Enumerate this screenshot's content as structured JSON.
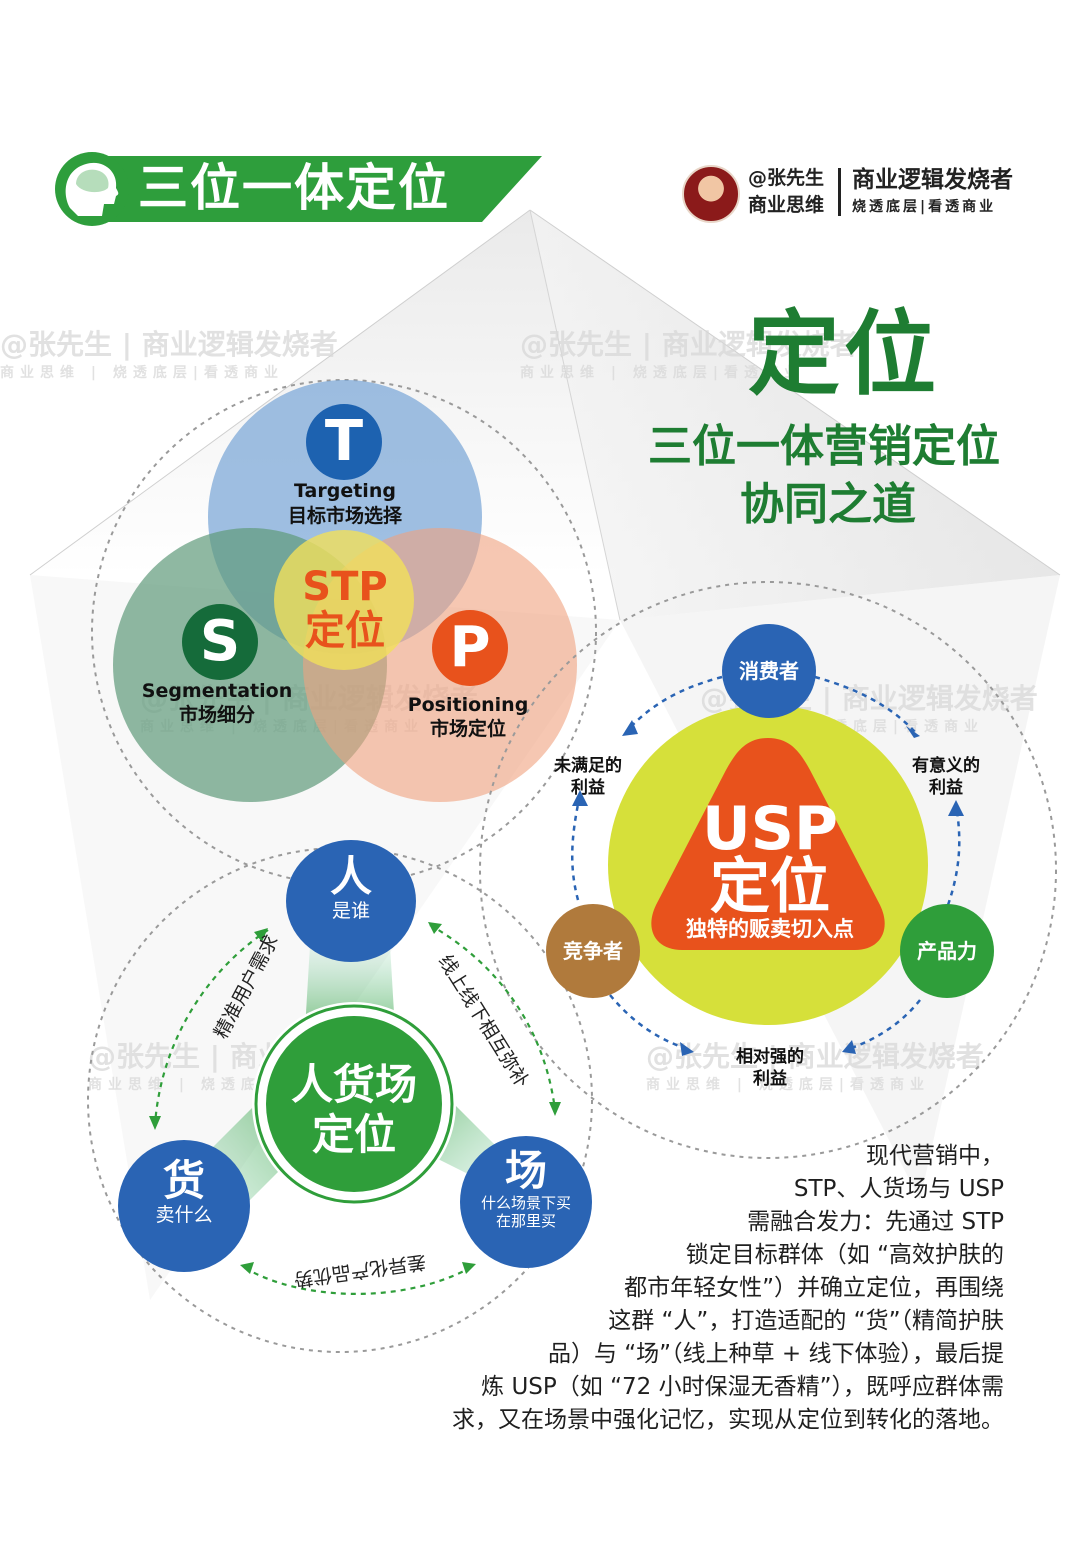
{
  "banner": {
    "title": "三位一体定位"
  },
  "author": {
    "handle": "@张先生",
    "handle_sub": "商业思维",
    "slogan": "商业逻辑发烧者",
    "slogan_sub": "烧透底层|看透商业"
  },
  "heading": {
    "main": "定位",
    "sub1": "三位一体营销定位",
    "sub2": "协同之道"
  },
  "stp": {
    "center": [
      "STP",
      "定位"
    ],
    "targeting": {
      "letter": "T",
      "en": "Targeting",
      "cn": "目标市场选择"
    },
    "segmentation": {
      "letter": "S",
      "en": "Segmentation",
      "cn": "市场细分"
    },
    "positioning": {
      "letter": "P",
      "en": "Positioning",
      "cn": "市场定位"
    }
  },
  "usp": {
    "title": [
      "USP",
      "定位"
    ],
    "tagline": "独特的贩卖切入点",
    "consumer": "消费者",
    "competitor": "竞争者",
    "product": "产品力",
    "unmet": [
      "未满足的",
      "利益"
    ],
    "meaningful": [
      "有意义的",
      "利益"
    ],
    "relative": [
      "相对强的",
      "利益"
    ]
  },
  "rhc": {
    "center": [
      "人货场",
      "定位"
    ],
    "people": {
      "big": "人",
      "small": "是谁"
    },
    "goods": {
      "big": "货",
      "small": "卖什么"
    },
    "scene": {
      "big": "场",
      "small1": "什么场景下买",
      "small2": "在那里买"
    },
    "arc_left": "精准用户需求",
    "arc_right": "线上线下相互弥补",
    "arc_bottom": "差异化产品优势"
  },
  "paragraph": [
    "现代营销中，",
    "STP、人货场与 USP",
    "需融合发力：先通过 STP",
    "锁定目标群体（如 “高效护肤的",
    "都市年轻女性”）并确立定位，再围绕",
    "这群 “人”，打造适配的 “货”（精简护肤",
    "品）与 “场”（线上种草 + 线下体验），最后提",
    "炼 USP（如 “72 小时保湿无香精”），既呼应群体需",
    "求，又在场景中强化记忆，实现从定位到转化的落地。"
  ],
  "watermark": {
    "line1": "@张先生 | 商业逻辑发烧者",
    "line2": "商业思维 | 烧透底层|看透商业"
  },
  "colors": {
    "brand_green": "#1e7d32",
    "banner_green": "#2e9e3c",
    "blue": "#2a64b4",
    "orange": "#e8521c",
    "yellow_green": "#d6e03a",
    "brown": "#b07a3c",
    "green_node": "#2f9e3a"
  }
}
